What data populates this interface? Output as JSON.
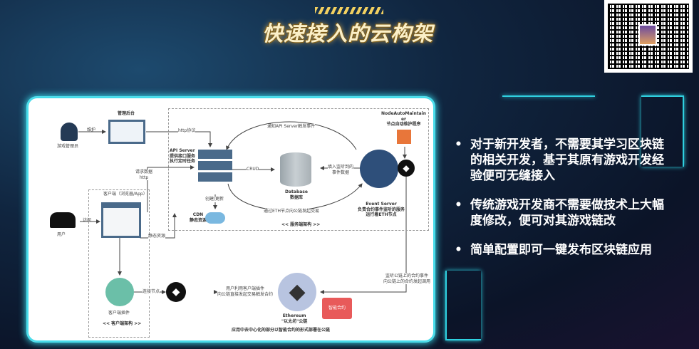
{
  "slide": {
    "title": "快速接入的云构架"
  },
  "bullets": [
    "对于新开发者，不需要其学习区块链的相关开发，基于其原有游戏开发经验便可无缝接入",
    "传统游戏开发商不需要做技术上大幅度修改，便可对其游戏链改",
    "简单配置即可一键发布区块链应用"
  ],
  "diagram": {
    "admin_person": "游戏管理员",
    "maintain": "维护",
    "admin_console": "管理后台",
    "http_protocol": "http协议",
    "api_server": "API Server",
    "api_desc1": "提供接口服务",
    "api_desc2": "执行定时任务",
    "request_data": "请求数据",
    "http": "http",
    "client_title": "客户端（浏览器/App）",
    "visit": "访问",
    "user": "用户",
    "static_res": "静态资源",
    "create_update": "创建/更新",
    "cdn": "CDN",
    "cdn_desc": "静态资源",
    "notify": "通知API Server触发事件",
    "crud": "CRUD",
    "database": "Database",
    "database_cn": "数据库",
    "fill1": "填入监听到的",
    "fill2": "事件数据",
    "nam1": "NodeAutoMaintain",
    "nam2": "er",
    "nam3": "节点自动维护程序",
    "event_server": "Event Server",
    "event_desc1": "负责合约事件监听的服务",
    "event_desc2": "运行着ETH节点",
    "via_eth": "通过ETH节点向公链发起交易",
    "server_arch": "<< 服务端架构 >>",
    "plugin": "客户端插件",
    "client_arch": "<< 客户端架构 >>",
    "connect_node": "连接节点",
    "user_tx1": "用户利用客户端插件",
    "user_tx2": "向公链直接发起交易触发合约",
    "ethereum": "Ethereum",
    "ethereum_cn": "\"以太坊\"公链",
    "smart_contract": "智能合约",
    "listen1": "监听公链上的合约事件",
    "listen2": "向公链上的合约发起调用",
    "footer": "应用中去中心化的部分以智能合约的形式部署在公链"
  },
  "colors": {
    "accent": "#2fd0e0",
    "server": "#4a6a8a",
    "ethereum": "#b8c4e0",
    "plugin": "#6bbfa8",
    "contract": "#e85a5a",
    "maintainer": "#e8763a"
  }
}
